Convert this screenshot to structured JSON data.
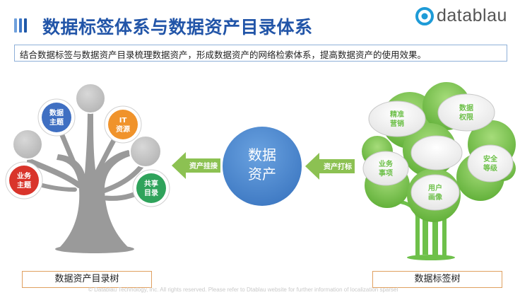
{
  "slide": {
    "title": "数据标签体系与数据资产目录体系",
    "subtitle": "结合数据标签与数据资产目录梳理数据资产，形成数据资产的网络检索体系，提高数据资产的使用效果。",
    "brand": "datablau",
    "footer": "© Datablau Technology, Inc. All rights reserved.  Please refer to Dtablau website for further information of localization sparsel"
  },
  "left_tree": {
    "caption": "数据资产目录树",
    "nodes": [
      {
        "id": "business-topic",
        "line1": "业务",
        "line2": "主题",
        "color": "#d9342b"
      },
      {
        "id": "data-topic",
        "line1": "数据",
        "line2": "主题",
        "color": "#3f6fc2"
      },
      {
        "id": "it-resource",
        "line1": "IT",
        "line2": "资源",
        "color": "#f0932b"
      },
      {
        "id": "shared-catalog",
        "line1": "共享",
        "line2": "目录",
        "color": "#2fa35b"
      }
    ]
  },
  "center": {
    "line1": "数据",
    "line2": "资产",
    "left_arrow_label": "资产挂接",
    "right_arrow_label": "资产打标"
  },
  "right_tree": {
    "caption": "数据标签树",
    "nodes": [
      {
        "id": "precision-marketing",
        "line1": "精准",
        "line2": "营销"
      },
      {
        "id": "data-permission",
        "line1": "数据",
        "line2": "权限"
      },
      {
        "id": "business-matter",
        "line1": "业务",
        "line2": "事项"
      },
      {
        "id": "security-level",
        "line1": "安全",
        "line2": "等级"
      },
      {
        "id": "user-profile",
        "line1": "用户",
        "line2": "画像"
      }
    ]
  },
  "colors": {
    "title_blue": "#2255a8",
    "trunk_gray": "#9a9a9a",
    "leaf_green": "#6ec04a",
    "center_blue": "#4a86cf",
    "arrow_green": "#8cc152"
  }
}
